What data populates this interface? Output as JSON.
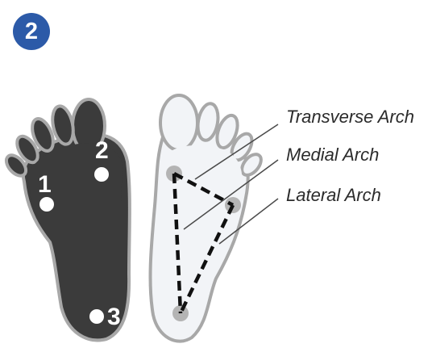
{
  "step_badge": "2",
  "left_foot": {
    "points": [
      "1",
      "2",
      "3"
    ]
  },
  "right_foot": {
    "labels": {
      "transverse": "Transverse Arch",
      "medial": "Medial Arch",
      "lateral": "Lateral Arch"
    }
  },
  "colors": {
    "badge": "#2c5aa8",
    "left_foot_fill": "#3b3b3b",
    "foot_outline": "#a8a8a8",
    "right_foot_fill": "#f2f4f7",
    "contact_point": "#b4b4b4",
    "arch_dash": "#111111",
    "leader_line": "#4a4a4a"
  }
}
